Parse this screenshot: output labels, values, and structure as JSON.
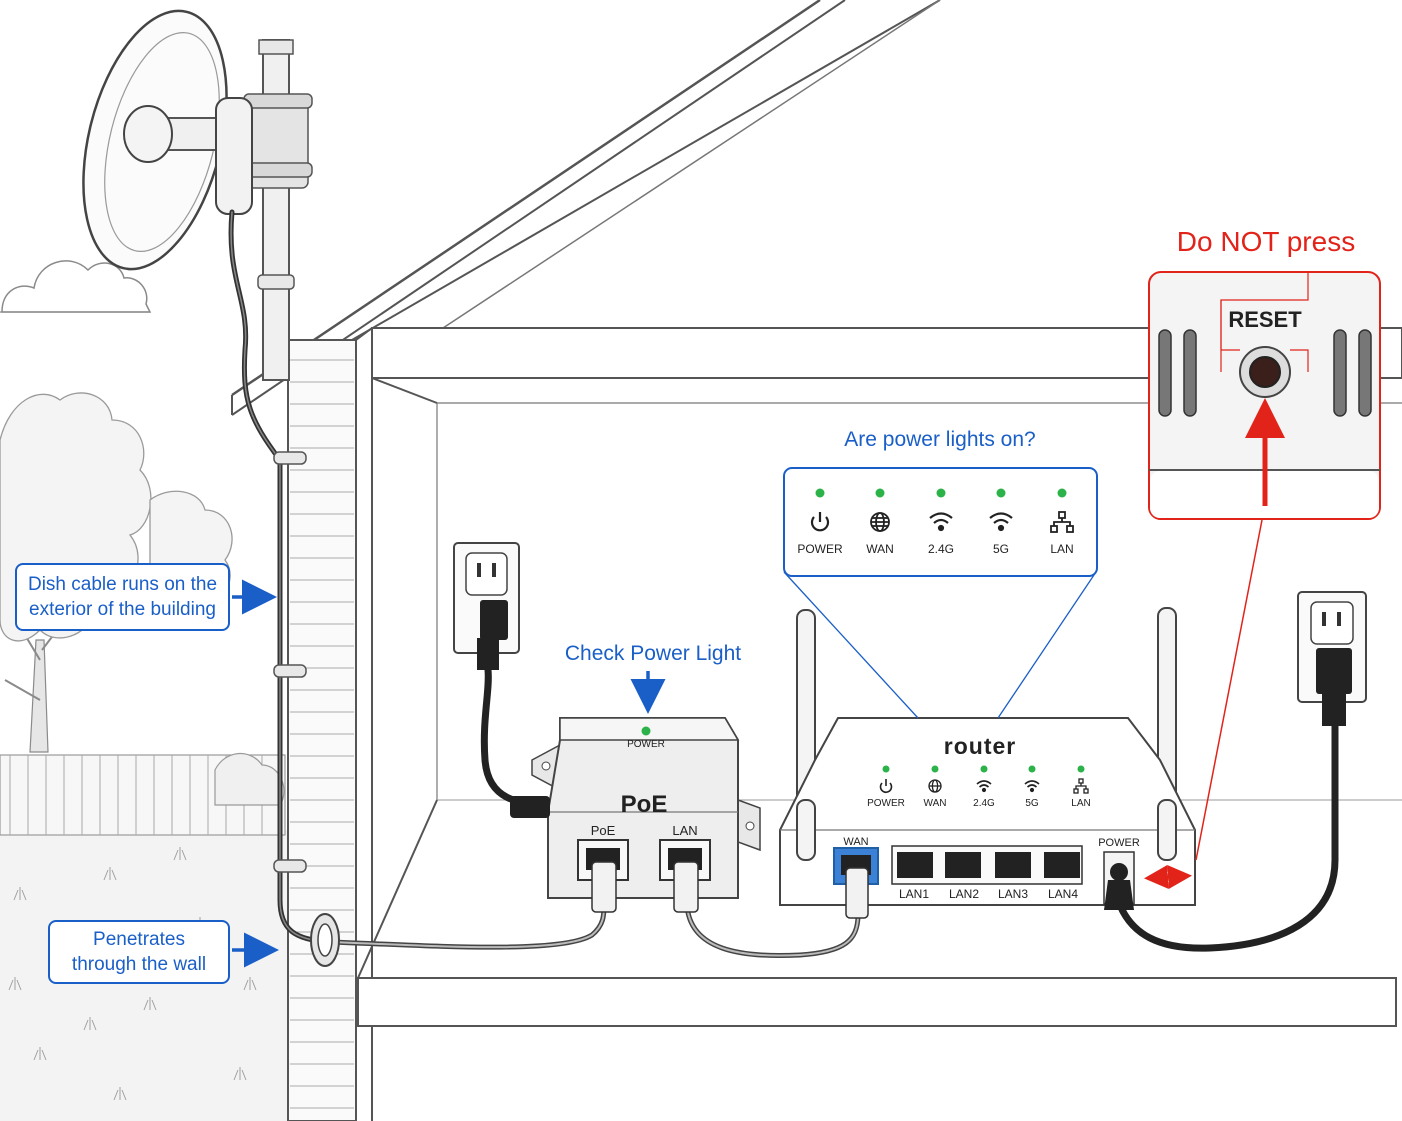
{
  "annotations": {
    "dish_cable": "Dish cable runs on the exterior of the building",
    "wall": "Penetrates through the wall",
    "check_power": "Check Power Light",
    "power_lights_question": "Are power lights on?",
    "do_not_press": "Do NOT press"
  },
  "poe": {
    "name": "PoE",
    "power_label": "POWER",
    "port_poe": "PoE",
    "port_lan": "LAN"
  },
  "router": {
    "name": "router",
    "leds": [
      "POWER",
      "WAN",
      "2.4G",
      "5G",
      "LAN"
    ],
    "wan_label": "WAN",
    "lan_ports": [
      "LAN1",
      "LAN2",
      "LAN3",
      "LAN4"
    ],
    "power_port_label": "POWER"
  },
  "zoom": {
    "leds": [
      "POWER",
      "WAN",
      "2.4G",
      "5G",
      "LAN"
    ]
  },
  "reset": {
    "label": "RESET"
  },
  "colors": {
    "annotation_blue": "#1a5fc8",
    "warning_red": "#e2231a",
    "led_green": "#2bb34a",
    "wan_port_blue": "#3b82d6"
  },
  "icons": [
    "power-icon",
    "globe-icon",
    "wifi-icon",
    "wifi-icon",
    "network-icon"
  ]
}
